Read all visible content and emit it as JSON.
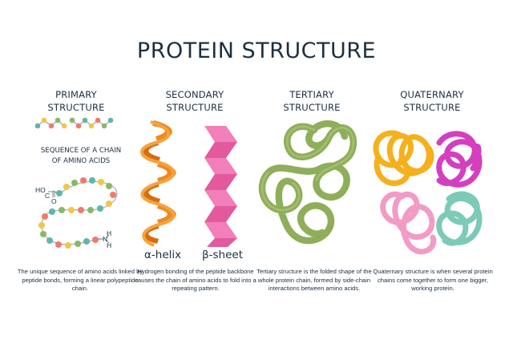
{
  "title": "PROTEIN STRUCTURE",
  "primary": {
    "heading_line1": "PRIMARY",
    "heading_line2": "STRUCTURE",
    "subheading_line1": "SEQUENCE OF A CHAIN",
    "subheading_line2": "OF AMINO ACIDS",
    "chem_ho": "HO",
    "chem_c": "C",
    "chem_o": "O",
    "chem_h1": "H",
    "chem_n": "N",
    "chem_h2": "H",
    "caption": "The unique sequence of amino acids linked by peptide bonds, forming a linear polypeptide chain."
  },
  "secondary": {
    "heading_line1": "SECONDARY",
    "heading_line2": "STRUCTURE",
    "helix_label": "α-helix",
    "sheet_label": "β-sheet",
    "caption": "Hydrogen bonding of the peptide backbone causes the chain of amino acids to fold into a repeating pattern."
  },
  "tertiary": {
    "heading_line1": "TERTIARY",
    "heading_line2": "STRUCTURE",
    "caption": "Tertiary structure is the folded shape of the whole protein chain, formed by side-chain interactions between amino acids."
  },
  "quaternary": {
    "heading_line1": "QUATERNARY",
    "heading_line2": "STRUCTURE",
    "caption": "Quaternary structure is when several protein chains come together to form one bigger, working protein."
  },
  "colors": {
    "orange": "#f0891e",
    "pink": "#f27fb8",
    "green": "#8fae5a",
    "magenta": "#d43fbf",
    "teal": "#7ccab7",
    "yellow": "#f5b01c",
    "lightpink": "#f29bc6",
    "bead_coral": "#ef7b6c",
    "bead_green": "#86b86a",
    "bead_teal": "#5fb7a8",
    "bead_yellow": "#f2c649"
  }
}
